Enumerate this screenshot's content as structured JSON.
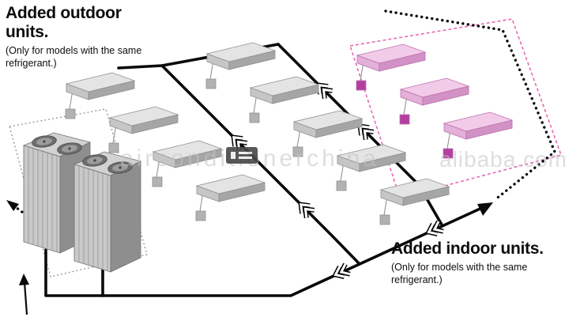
{
  "annotations": {
    "outdoor": {
      "title": "Added outdoor units.",
      "note": "(Only for models with the same refrigerant.)"
    },
    "indoor": {
      "title": "Added indoor units.",
      "note": "(Only for models with the same refrigerant.)"
    }
  },
  "watermark": {
    "left": "airconditionerchina",
    "right": "alibaba.com"
  },
  "diagram": {
    "outdoor_unit_count": 2,
    "existing_indoor_unit_count": 9,
    "added_indoor_unit_count": 3,
    "branch_joint_count": 6,
    "colors": {
      "pipe": "#0a0a0a",
      "unit_top": "#e4e4e4",
      "unit_front": "#c6c6c6",
      "unit_side": "#a6a6a6",
      "unit_box": "#b2b2b2",
      "unit_stroke": "#8f8f8f",
      "added_top": "#f2cbe8",
      "added_front": "#e3b0d8",
      "added_side": "#d392c5",
      "added_box": "#b23fa0",
      "added_stroke": "#bb6fae",
      "added_outline": "#e56ab4",
      "enclosure": "#9a9a9a",
      "tower_top": "#d2d2d2",
      "tower_front": "#c9c9c9",
      "tower_side": "#8e8e8e",
      "tower_louver": "#9f9f9f",
      "fan_dark": "#6e6e6e",
      "fan_light": "#9c9c9c",
      "watermark": "#c4c4c4"
    }
  }
}
